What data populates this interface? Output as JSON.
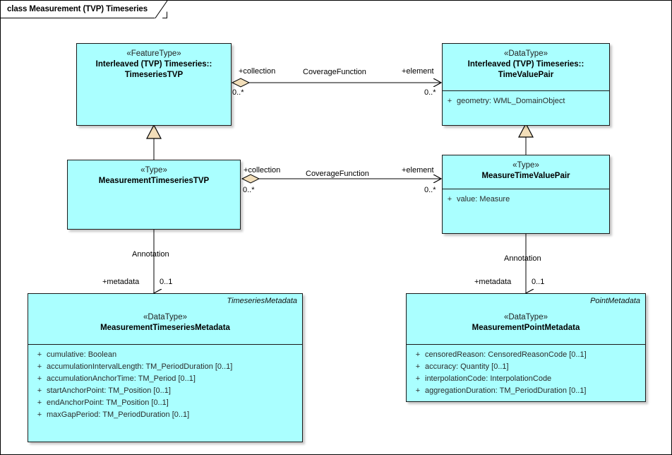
{
  "diagram": {
    "title": "class Measurement (TVP) Timeseries",
    "type": "uml-class-diagram",
    "colors": {
      "class_fill": "#AAFFFF",
      "class_border": "#1A1A1A",
      "adornment_fill": "#F2DEB9",
      "page_background": "#FFFFFF",
      "line": "#000000"
    }
  },
  "classes": {
    "timeseries_tvp": {
      "stereotype": "«FeatureType»",
      "name_line1": "Interleaved (TVP) Timeseries::",
      "name_line2": "TimeseriesTVP",
      "attributes": []
    },
    "time_value_pair": {
      "stereotype": "«DataType»",
      "name_line1": "Interleaved (TVP) Timeseries::",
      "name_line2": "TimeValuePair",
      "attributes": [
        {
          "visibility": "+",
          "text": "geometry: WML_DomainObject"
        }
      ]
    },
    "measurement_timeseries_tvp": {
      "stereotype": "«Type»",
      "name_line1": "MeasurementTimeseriesTVP",
      "attributes": []
    },
    "measure_time_value_pair": {
      "stereotype": "«Type»",
      "name_line1": "MeasureTimeValuePair",
      "attributes": [
        {
          "visibility": "+",
          "text": "value: Measure"
        }
      ]
    },
    "measurement_timeseries_metadata": {
      "owner": "TimeseriesMetadata",
      "stereotype": "«DataType»",
      "name_line1": "MeasurementTimeseriesMetadata",
      "attributes": [
        {
          "visibility": "+",
          "text": "cumulative: Boolean"
        },
        {
          "visibility": "+",
          "text": "accumulationIntervalLength: TM_PeriodDuration [0..1]"
        },
        {
          "visibility": "+",
          "text": "accumulationAnchorTime: TM_Period [0..1]"
        },
        {
          "visibility": "+",
          "text": "startAnchorPoint: TM_Position [0..1]"
        },
        {
          "visibility": "+",
          "text": "endAnchorPoint: TM_Position [0..1]"
        },
        {
          "visibility": "+",
          "text": "maxGapPeriod: TM_PeriodDuration [0..1]"
        }
      ]
    },
    "measurement_point_metadata": {
      "owner": "PointMetadata",
      "stereotype": "«DataType»",
      "name_line1": "MeasurementPointMetadata",
      "attributes": [
        {
          "visibility": "+",
          "text": "censoredReason: CensoredReasonCode [0..1]"
        },
        {
          "visibility": "+",
          "text": "accuracy: Quantity [0..1]"
        },
        {
          "visibility": "+",
          "text": "interpolationCode: InterpolationCode"
        },
        {
          "visibility": "+",
          "text": "aggregationDuration: TM_PeriodDuration [0..1]"
        }
      ]
    }
  },
  "connectors": {
    "coverage_top": {
      "name": "CoverageFunction",
      "source_role": "+collection",
      "source_mult": "0..*",
      "target_role": "+element",
      "target_mult": "0..*",
      "kind": "aggregation"
    },
    "coverage_middle": {
      "name": "CoverageFunction",
      "source_role": "+collection",
      "source_mult": "0..*",
      "target_role": "+element",
      "target_mult": "0..*",
      "kind": "aggregation"
    },
    "annotation_left": {
      "name": "Annotation",
      "target_role": "+metadata",
      "target_mult": "0..1",
      "kind": "association"
    },
    "annotation_right": {
      "name": "Annotation",
      "target_role": "+metadata",
      "target_mult": "0..1",
      "kind": "association"
    },
    "generalization_left": {
      "kind": "generalization"
    },
    "generalization_right": {
      "kind": "generalization"
    }
  }
}
